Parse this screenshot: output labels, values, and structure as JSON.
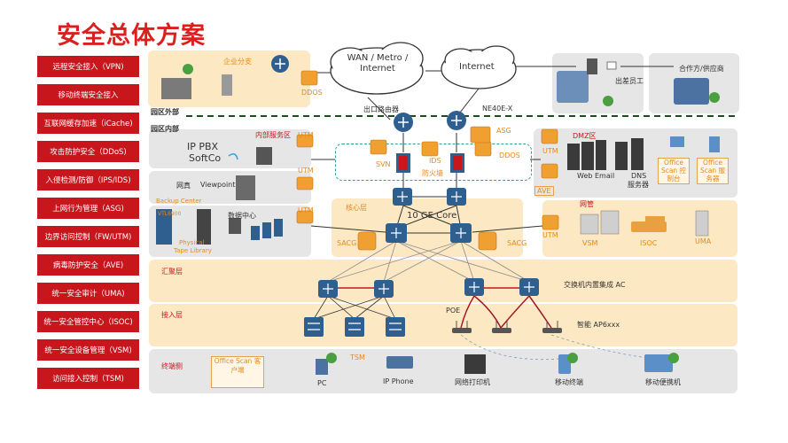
{
  "title": "安全总体方案",
  "sidebar": [
    "远程安全接入（VPN)",
    "移动终端安全接入",
    "互联网缓存加速（iCache)",
    "攻击防护安全（DDoS)",
    "入侵检测/防御（IPS/IDS)",
    "上网行为管理（ASG)",
    "边界访问控制（FW/UTM)",
    "病毒防护安全（AVE)",
    "统一安全审计（UMA)",
    "统一安全管控中心（ISOC)",
    "统一安全设备管理（VSM)",
    "访问接入控制（TSM)"
  ],
  "zones": {
    "outside": "园区外部",
    "inside": "园区内部",
    "internal_server": "内部服务区",
    "core_layer": "核心层",
    "convergence": "汇聚层",
    "access": "接入层",
    "terminal": "终端侧",
    "dmz": "DMZ区",
    "netmgmt": "网管",
    "branch": "企业分支",
    "partner": "合作方/供应商",
    "traveler": "出差员工"
  },
  "clouds": {
    "wan": "WAN / Metro / Internet",
    "internet": "Internet"
  },
  "labels": {
    "ddos_top": "DDOS",
    "exit_router": "出口路由器",
    "ne40e": "NE40E-X",
    "asg": "ASG",
    "utm1": "UTM",
    "utm2": "UTM",
    "utm3": "UTM",
    "utm_dmz": "UTM",
    "utm_nm": "UTM",
    "svn": "SVN",
    "ids": "IDS",
    "firewall": "防火墙",
    "ddos_mid": "DDOS",
    "ipsec_pbx": "IP PBX",
    "softco": "SoftCo",
    "fax": "网真",
    "viewpoint": "Viewpoint",
    "backup": "Backup Center",
    "vtl": "VTL6900",
    "physical_tape": "Physical",
    "tape_library": "Tape Library",
    "datacenter": "数据中心",
    "core": "10 GE  Core",
    "sacg_left": "SACG",
    "sacg_right": "SACG",
    "web_email": "Web Email",
    "dns": "DNS",
    "dns2": "服务器",
    "ave": "AVE",
    "office_scan_ctrl": "Office Scan 控制台",
    "office_scan_srv": "Office Scan 服务器",
    "vsm": "VSM",
    "isoc": "ISOC",
    "uma": "UMA",
    "switch_ac": "交换机内置集成 AC",
    "poe": "POE",
    "ap": "智能 AP6xxx",
    "tsm": "TSM",
    "office_scan_client": "Office Scan 客户端",
    "pc": "PC",
    "ipphone": "IP Phone",
    "printer": "网络打印机",
    "mobile": "移动终端",
    "laptop": "移动便携机"
  },
  "colors": {
    "red": "#c8161d",
    "orange_zone": "#fde8c4",
    "gray_zone": "#e6e6e6",
    "device_blue": "#2f5f8f",
    "orange_dev": "#f0a030"
  }
}
